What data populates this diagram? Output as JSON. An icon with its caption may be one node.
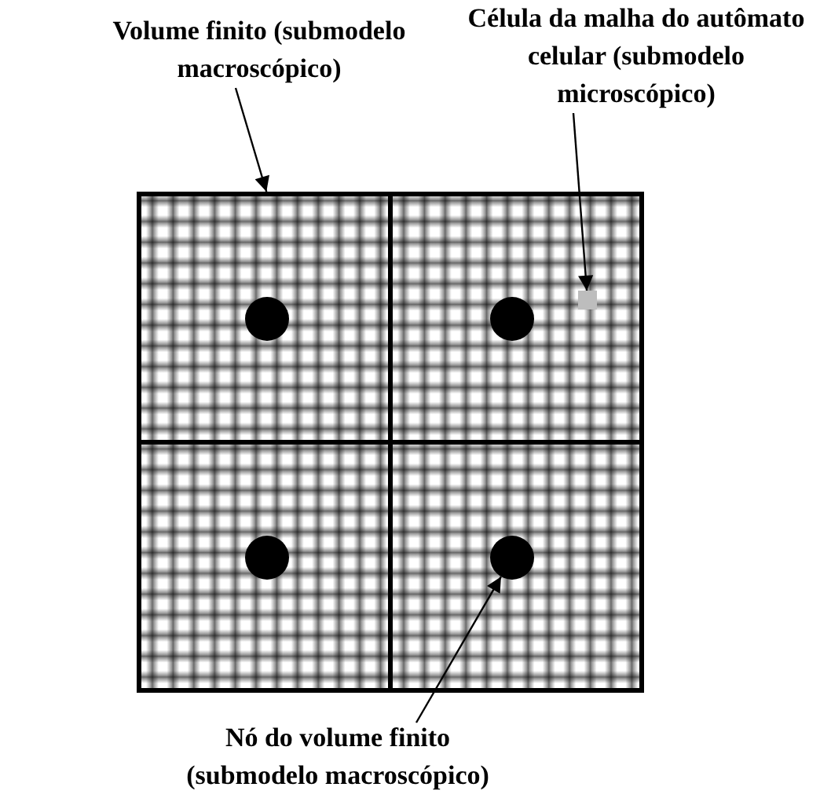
{
  "diagram": {
    "nodes": [
      {
        "text": [
          "Volume finito (submodelo macroscópico)"
        ]
      },
      {
        "text": [
          "Célula da malha do autômato celular (submodelo microscópico)"
        ]
      },
      {
        "text": [],
        "shape": "box"
      },
      {
        "text": [],
        "shape": "box"
      },
      {
        "text": [],
        "shape": "box"
      },
      {
        "text": [],
        "shape": "box"
      },
      {
        "text": [],
        "shape": "circle",
        "in": 2
      },
      {
        "text": [],
        "shape": "circle",
        "in": 3
      },
      {
        "text": [],
        "shape": "circle",
        "in": 4
      },
      {
        "text": [],
        "shape": "circle",
        "in": 5
      },
      {
        "text": [],
        "shape": "box",
        "in": 3
      },
      {
        "text": [
          "Nó do volume finito (submodelo macroscópico)"
        ]
      }
    ],
    "edges": [
      {
        "from": 0,
        "to": 2,
        "arrow": "to"
      },
      {
        "from": 1,
        "to": 10,
        "arrow": "to"
      },
      {
        "from": 11,
        "to": 9,
        "arrow": "to"
      }
    ]
  }
}
